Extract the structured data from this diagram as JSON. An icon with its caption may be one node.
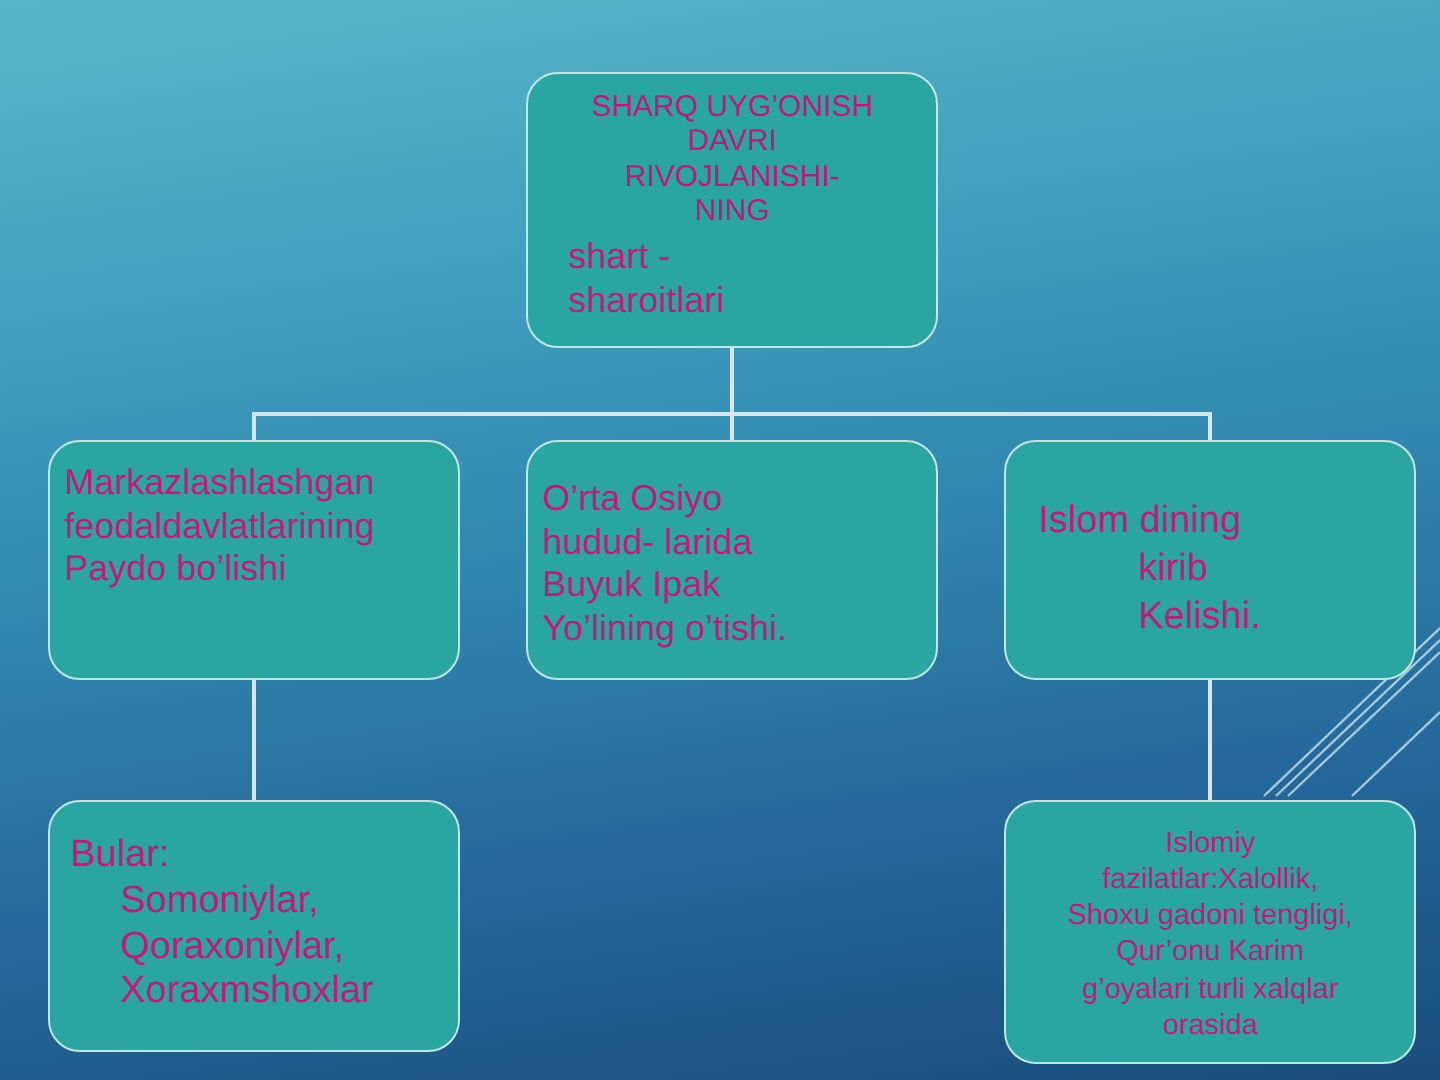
{
  "diagram": {
    "nodes": [
      {
        "text": [
          "SHARQ UYG’ONISH DAVRI RIVOJLANISHI-NING",
          "shart - sharoitlari"
        ]
      },
      {
        "text": [
          "Markazlashlashgan feodaldavlatlarining Paydo bo’lishi"
        ]
      },
      {
        "text": [
          "O’rta Osiyo hudud- larida Buyuk Ipak Yo’lining o’tishi."
        ]
      },
      {
        "text": [
          "Islom dining kirib Kelishi."
        ]
      },
      {
        "text": [
          "Bular:",
          "Somoniylar, Qoraxoniylar, Xoraxmshoxlar"
        ]
      },
      {
        "text": [
          "Islomiy fazilatlar:Xalollik, Shoxu gadoni tengligi, Qur’onu Karim g’oyalari turli xalqlar orasida"
        ]
      }
    ],
    "edges": [
      {
        "from": 0,
        "to": 1,
        "arrow": "none"
      },
      {
        "from": 0,
        "to": 2,
        "arrow": "none"
      },
      {
        "from": 0,
        "to": 3,
        "arrow": "none"
      },
      {
        "from": 1,
        "to": 4,
        "arrow": "none"
      },
      {
        "from": 3,
        "to": 5,
        "arrow": "none"
      }
    ]
  }
}
